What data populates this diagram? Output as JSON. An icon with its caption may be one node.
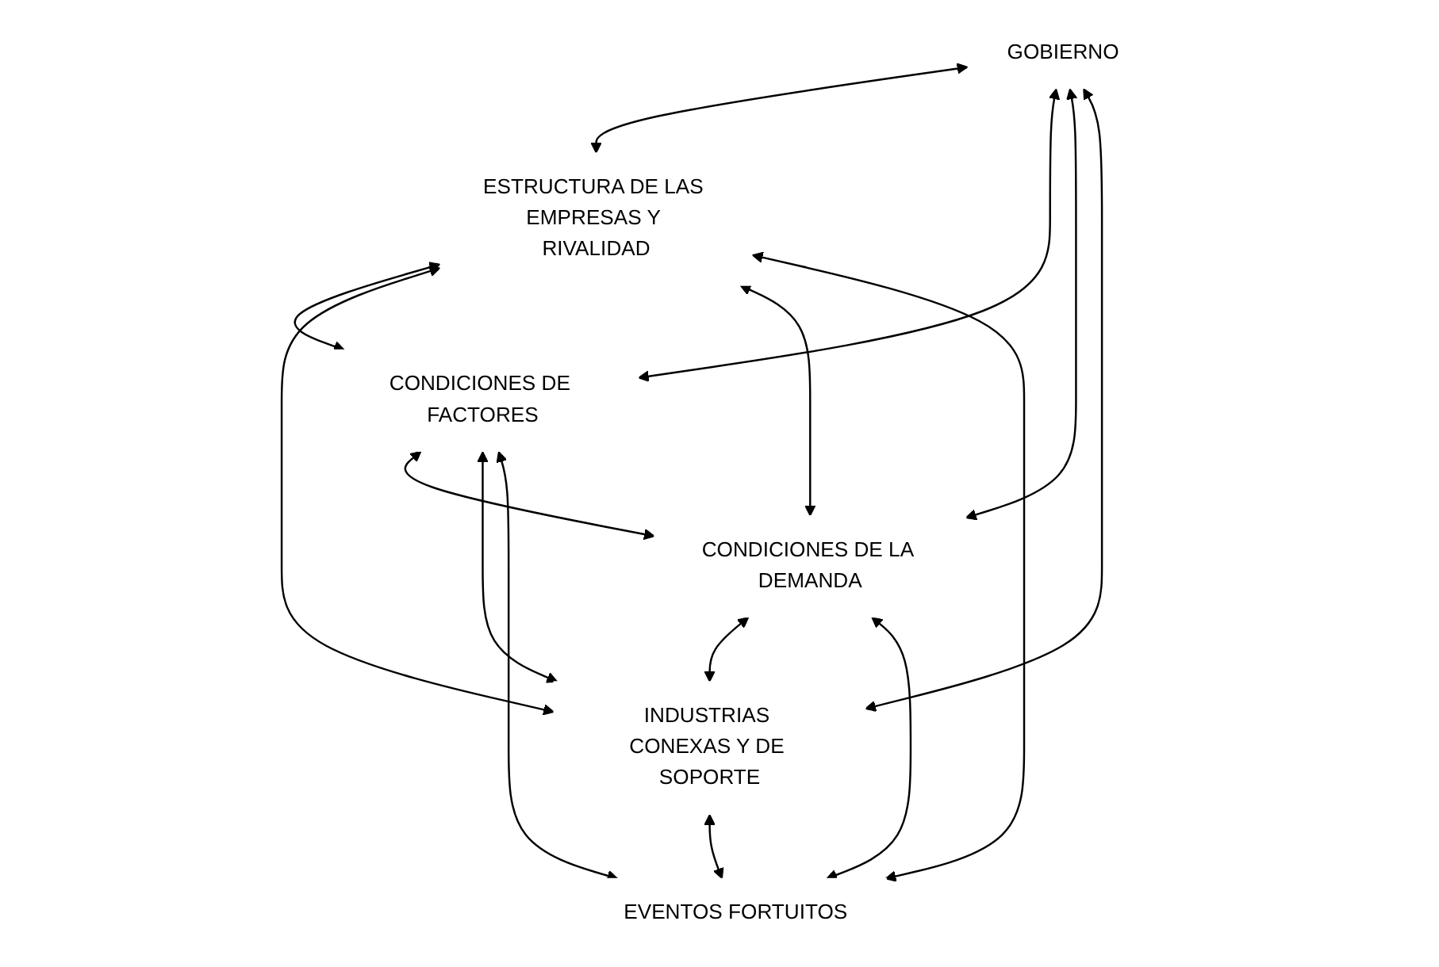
{
  "diagram": {
    "nodes": [
      {
        "text": [
          "GOBIERNO"
        ]
      },
      {
        "text": [
          "ESTRUCTURA DE LAS EMPRESAS Y RIVALIDAD"
        ]
      },
      {
        "text": [
          "CONDICIONES DE FACTORES"
        ]
      },
      {
        "text": [
          "CONDICIONES DE LA DEMANDA"
        ]
      },
      {
        "text": [
          "INDUSTRIAS CONEXAS Y DE SOPORTE"
        ]
      },
      {
        "text": [
          "EVENTOS FORTUITOS"
        ]
      }
    ],
    "edges": [
      {
        "from": 0,
        "to": 1,
        "arrow": "both"
      },
      {
        "from": 0,
        "to": 2,
        "arrow": "both"
      },
      {
        "from": 0,
        "to": 3,
        "arrow": "both"
      },
      {
        "from": 0,
        "to": 4,
        "arrow": "both"
      },
      {
        "from": 1,
        "to": 2,
        "arrow": "both"
      },
      {
        "from": 1,
        "to": 4,
        "arrow": "both"
      },
      {
        "from": 1,
        "to": 3,
        "arrow": "both"
      },
      {
        "from": 1,
        "to": 5,
        "arrow": "both"
      },
      {
        "from": 2,
        "to": 3,
        "arrow": "both"
      },
      {
        "from": 2,
        "to": 4,
        "arrow": "both"
      },
      {
        "from": 2,
        "to": 5,
        "arrow": "both"
      },
      {
        "from": 3,
        "to": 4,
        "arrow": "both"
      },
      {
        "from": 3,
        "to": 5,
        "arrow": "both"
      },
      {
        "from": 4,
        "to": 5,
        "arrow": "both"
      }
    ]
  }
}
